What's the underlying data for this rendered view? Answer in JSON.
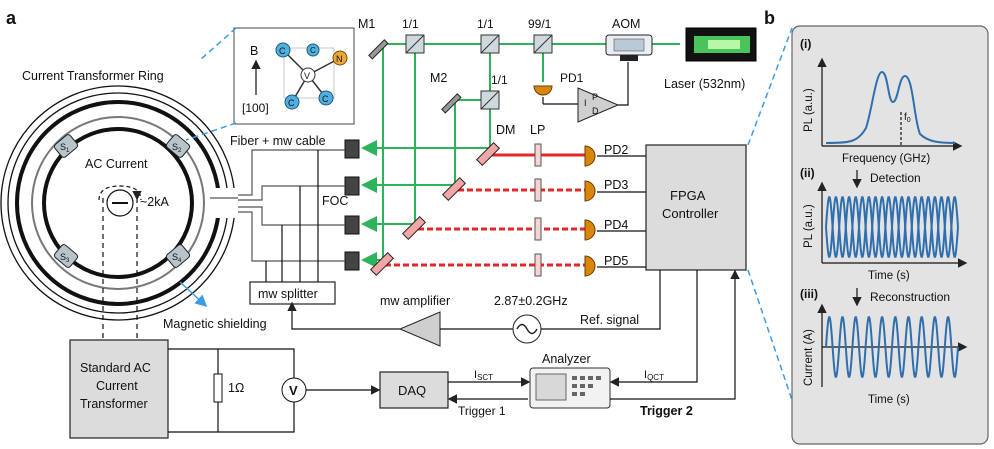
{
  "panel_labels": {
    "a": "a",
    "b": "b"
  },
  "ring": {
    "title": "Current Transformer Ring",
    "ac_current": "AC Current",
    "current_value": "~2kA",
    "sensors": [
      "S1",
      "S2",
      "S3",
      "S4"
    ],
    "magnetic_shielding": "Magnetic shielding"
  },
  "crystal": {
    "field": "B",
    "direction": "[100]",
    "atoms": [
      "C",
      "C",
      "C",
      "C",
      "N",
      "V"
    ]
  },
  "optics": {
    "m1": "M1",
    "m2": "M2",
    "splitters": [
      "1/1",
      "1/1",
      "99/1",
      "1/1"
    ],
    "aom": "AOM",
    "laser": "Laser (532nm)",
    "pd1": "PD1",
    "pid_letters": [
      "I",
      "P",
      "D"
    ],
    "dm": "DM",
    "lp": "LP",
    "pds": [
      "PD2",
      "PD3",
      "PD4",
      "PD5"
    ],
    "fiber": "Fiber + mw cable",
    "foc": "FOC"
  },
  "electronics": {
    "fpga": [
      "FPGA",
      "Controller"
    ],
    "mw_splitter": "mw splitter",
    "mw_amplifier": "mw amplifier",
    "frequency": "2.87±0.2GHz",
    "ref_signal": "Ref. signal",
    "standard_ct": [
      "Standard AC",
      "Current",
      "Transformer"
    ],
    "resistor": "1Ω",
    "voltmeter": "V",
    "daq": "DAQ",
    "analyzer": "Analyzer",
    "i_sct_main": "I",
    "i_sct_sub": "SCT",
    "i_qct_main": "I",
    "i_qct_sub": "QCT",
    "trigger1": "Trigger 1",
    "trigger2": "Trigger 2"
  },
  "panel_b": {
    "i": {
      "tag": "(i)",
      "ylabel": "PL (a.u.)",
      "xlabel": "Frequency (GHz)",
      "marker": "f",
      "marker_sub": "0"
    },
    "arrow1": "Detection",
    "ii": {
      "tag": "(ii)",
      "ylabel": "PL (a.u.)",
      "xlabel": "Time (s)"
    },
    "arrow2": "Reconstruction",
    "iii": {
      "tag": "(iii)",
      "ylabel": "Current (A)",
      "xlabel": "Time (s)"
    }
  },
  "colors": {
    "laser": "#2db35a",
    "red_beam": "#e0282a",
    "photodiode": "#d9870b",
    "trace": "#2f6fae",
    "panel_bg": "#e3e3e3"
  }
}
